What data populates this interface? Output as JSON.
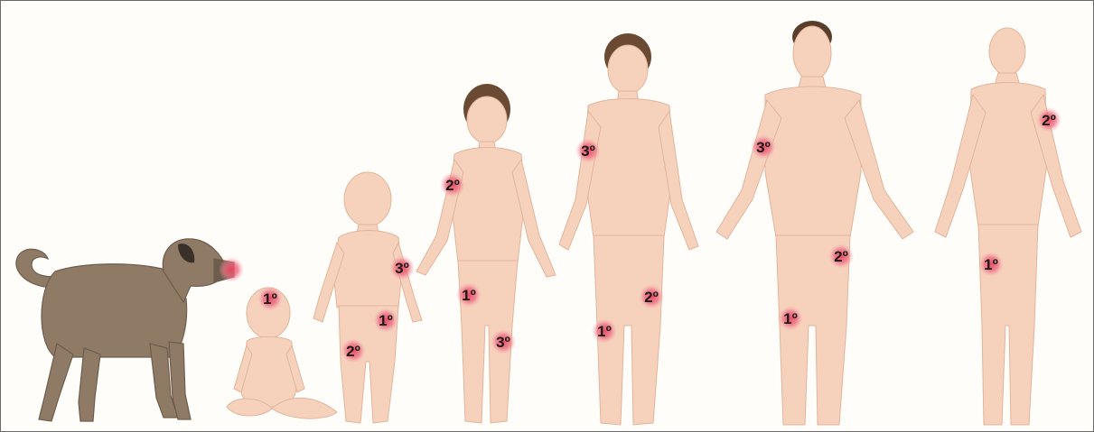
{
  "colors": {
    "background": "#fffdf9",
    "skin": "#f6d2bd",
    "skin_shadow": "#e9b9a0",
    "hair": "#6b4a34",
    "dog_coat": "#8f7a66",
    "dog_dark": "#3a302a",
    "bite_marker": "#e8455f"
  },
  "figures": [
    {
      "name": "dog",
      "markers": [
        {
          "label": ""
        }
      ]
    },
    {
      "name": "baby",
      "markers": [
        {
          "label": "1º"
        }
      ]
    },
    {
      "name": "toddler",
      "markers": [
        {
          "label": "3º"
        },
        {
          "label": "1º"
        },
        {
          "label": "2º"
        }
      ]
    },
    {
      "name": "child",
      "markers": [
        {
          "label": "2º"
        },
        {
          "label": "1º"
        },
        {
          "label": "3º"
        }
      ]
    },
    {
      "name": "teen",
      "markers": [
        {
          "label": "3º"
        },
        {
          "label": "2º"
        },
        {
          "label": "1º"
        }
      ]
    },
    {
      "name": "adult",
      "markers": [
        {
          "label": "3º"
        },
        {
          "label": "2º"
        },
        {
          "label": "1º"
        }
      ]
    },
    {
      "name": "elder",
      "markers": [
        {
          "label": "2º"
        },
        {
          "label": "1º"
        }
      ]
    }
  ]
}
